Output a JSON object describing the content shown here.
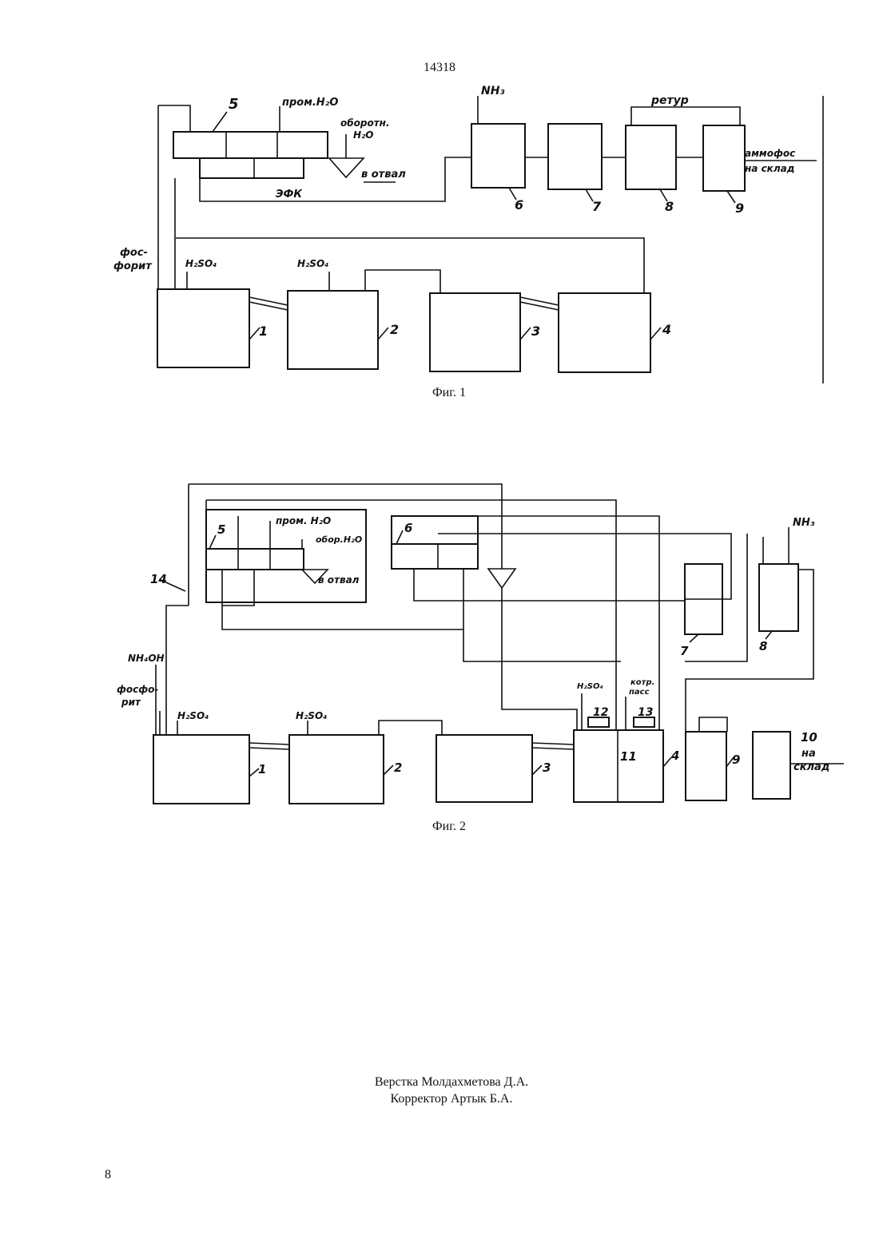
{
  "header": {
    "doc_number": "14318"
  },
  "fig1": {
    "caption": "Фиг. 1",
    "box_numbers": [
      "1",
      "2",
      "3",
      "4",
      "5",
      "6",
      "7",
      "8",
      "9"
    ],
    "labels": {
      "prom_h2o": "пром.H₂O",
      "oborot_h2o_1": "оборотн.",
      "oborot_h2o_2": "H₂O",
      "otval": "в отвал",
      "efk": "ЭФК",
      "nh3": "NH₃",
      "recycle": "ретур",
      "ammophos_1": "аммофос",
      "ammophos_2": "на склад",
      "phosphorite_1": "фос-",
      "phosphorite_2": "форит",
      "h2so4_a": "H₂SO₄",
      "h2so4_b": "H₂SO₄"
    }
  },
  "fig2": {
    "caption": "Фиг. 2",
    "box_numbers": [
      "1",
      "2",
      "3",
      "4",
      "5",
      "6",
      "7",
      "8",
      "9",
      "10",
      "11",
      "12",
      "13",
      "14"
    ],
    "labels": {
      "prom_h2o": "пром. H₂O",
      "obor_h2o": "обор.H₂O",
      "otval": "в отвал",
      "nh3": "NH₃",
      "nh4oh": "NH₄OH",
      "phosphorite_1": "фосфо-",
      "phosphorite_2": "рит",
      "h2so4_a": "H₂SO₄",
      "h2so4_b": "H₂SO₄",
      "h2so4_c": "H₂SO₄",
      "kotr_1": "котр.",
      "kotr_2": "пасс",
      "na_sklad_1": "на",
      "na_sklad_2": "склад"
    }
  },
  "footer": {
    "layout_credit": "Верстка Молдахметова Д.А.",
    "corrector_credit": "Корректор Артык Б.А.",
    "page_number": "8"
  }
}
